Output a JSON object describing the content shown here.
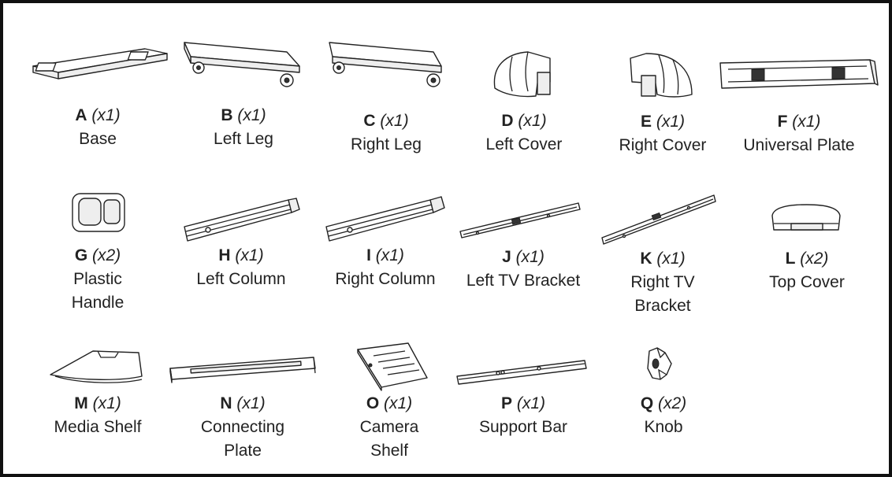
{
  "parts": [
    {
      "letter": "A",
      "qty": "(x1)",
      "name": "Base",
      "icon": "base-icon"
    },
    {
      "letter": "B",
      "qty": "(x1)",
      "name": "Left Leg",
      "icon": "left-leg-icon"
    },
    {
      "letter": "C",
      "qty": "(x1)",
      "name": "Right Leg",
      "icon": "right-leg-icon"
    },
    {
      "letter": "D",
      "qty": "(x1)",
      "name": "Left Cover",
      "icon": "left-cover-icon"
    },
    {
      "letter": "E",
      "qty": "(x1)",
      "name": "Right Cover",
      "icon": "right-cover-icon"
    },
    {
      "letter": "F",
      "qty": "(x1)",
      "name": "Universal Plate",
      "icon": "universal-plate-icon"
    },
    {
      "letter": "G",
      "qty": "(x2)",
      "name": "Plastic",
      "name2": "Handle",
      "icon": "plastic-handle-icon"
    },
    {
      "letter": "H",
      "qty": "(x1)",
      "name": "Left Column",
      "icon": "left-column-icon"
    },
    {
      "letter": "I",
      "qty": "(x1)",
      "name": "Right Column",
      "icon": "right-column-icon"
    },
    {
      "letter": "J",
      "qty": "(x1)",
      "name": "Left TV Bracket",
      "icon": "left-tv-bracket-icon"
    },
    {
      "letter": "K",
      "qty": "(x1)",
      "name": "Right TV",
      "name2": "Bracket",
      "icon": "right-tv-bracket-icon"
    },
    {
      "letter": "L",
      "qty": "(x2)",
      "name": "Top Cover",
      "icon": "top-cover-icon"
    },
    {
      "letter": "M",
      "qty": "(x1)",
      "name": "Media Shelf",
      "icon": "media-shelf-icon"
    },
    {
      "letter": "N",
      "qty": "(x1)",
      "name": "Connecting",
      "name2": "Plate",
      "icon": "connecting-plate-icon"
    },
    {
      "letter": "O",
      "qty": "(x1)",
      "name": "Camera",
      "name2": "Shelf",
      "icon": "camera-shelf-icon"
    },
    {
      "letter": "P",
      "qty": "(x1)",
      "name": "Support Bar",
      "icon": "support-bar-icon"
    },
    {
      "letter": "Q",
      "qty": "(x2)",
      "name": "Knob",
      "icon": "knob-icon"
    }
  ]
}
